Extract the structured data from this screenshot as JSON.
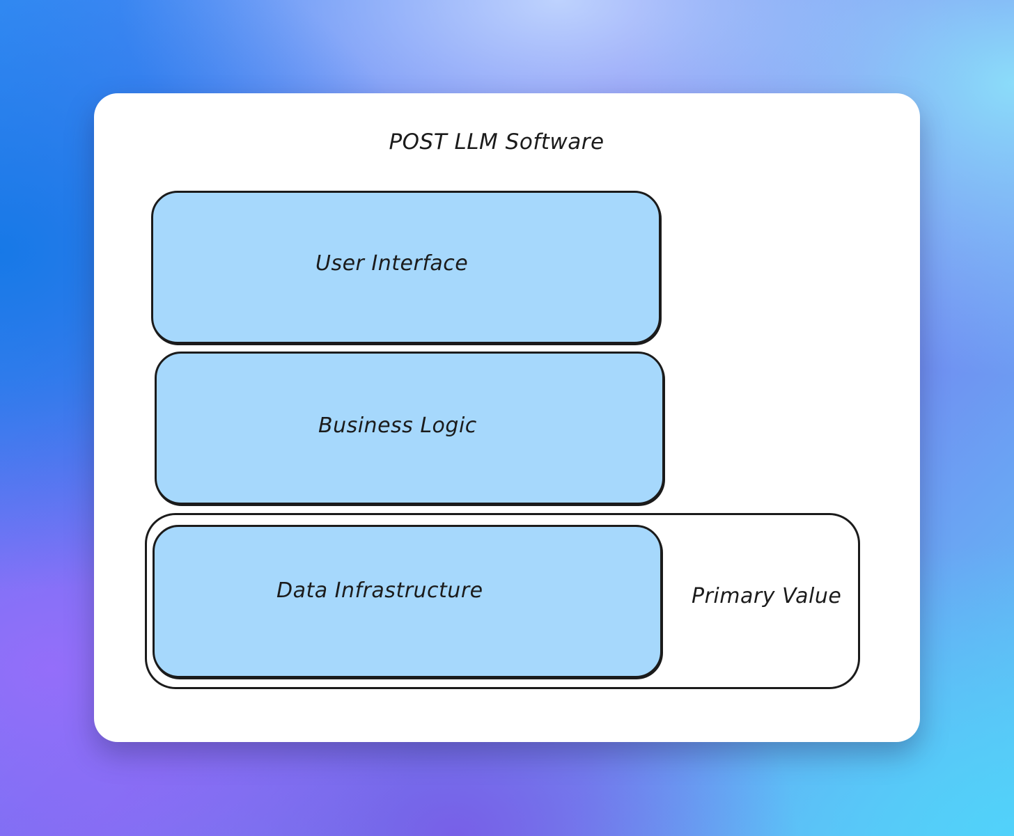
{
  "diagram": {
    "title": "POST LLM Software",
    "layers": [
      {
        "label": "User Interface",
        "fill": "#a6d8fc"
      },
      {
        "label": "Business Logic",
        "fill": "#a6d8fc"
      },
      {
        "label": "Data Infrastructure",
        "fill": "#a6d8fc"
      }
    ],
    "highlight": {
      "label": "Primary Value"
    },
    "colors": {
      "stroke": "#1b1b1b",
      "card": "#ffffff"
    }
  }
}
